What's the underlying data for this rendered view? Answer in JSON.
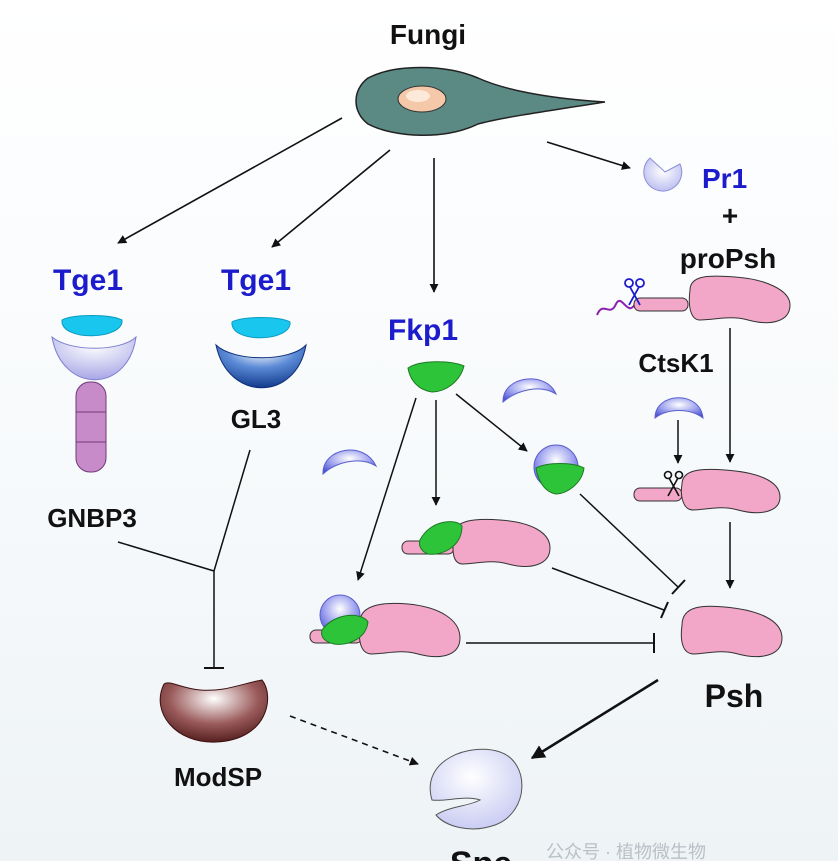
{
  "labels": {
    "fungi": "Fungi",
    "tge1_left": "Tge1",
    "tge1_mid": "Tge1",
    "gnbp3": "GNBP3",
    "gl3": "GL3",
    "fkp1": "Fkp1",
    "pr1": "Pr1",
    "plus": "+",
    "propsh": "proPsh",
    "ctsk1": "CtsK1",
    "psh": "Psh",
    "modsp": "ModSP",
    "spe": "Spe"
  },
  "watermark": "公众号 · 植物微生物",
  "colors": {
    "blue_label": "#1c1ccc",
    "fungi_body": "#5b8a85",
    "pink_protein": "#f2a6c8",
    "green_domain": "#2ec43a",
    "cyan_tge1": "#19c6ee",
    "receptor_lavender": "#b7b6ea",
    "modsp": "#7a3a3a",
    "spe": "#d9dcf6"
  }
}
